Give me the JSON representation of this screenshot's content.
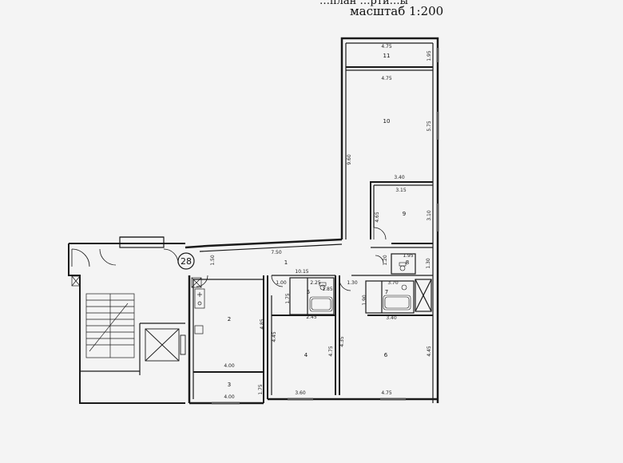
{
  "header": {
    "title_cut": "…план …рти…ы",
    "scale": "масштаб 1:200"
  },
  "apartment_number": "28",
  "rooms": {
    "r1": "1",
    "r2": "2",
    "r3": "3",
    "r4": "4",
    "r5": "5",
    "r6": "6",
    "r7": "7",
    "r8": "8",
    "r9": "9",
    "r10": "10",
    "r11": "11"
  },
  "dimensions": {
    "r11_w": "4.75",
    "r11_h": "1.95",
    "r10_w": "4.75",
    "r10_h": "5.75",
    "corr_v": "9.60",
    "r9_top_w": "3.40",
    "r9_w": "3.15",
    "r9_h1": "4.65",
    "r9_h2": "3.10",
    "hall_w": "7.50",
    "hall_h": "1.50",
    "r1_area": "10.15",
    "r8_w": "1.95",
    "r8_h": "1.30",
    "r8_l": "1.20",
    "r5_h": "1.75",
    "r5_l": "1.00",
    "r5_w": "2.25",
    "r5_w2": "1.85",
    "r5_b": "2.45",
    "r7_l": "1.30",
    "r7_w": "3.70",
    "r7_h": "1.90",
    "r7_b": "3.40",
    "r2_h": "4.85",
    "r2_w": "4.00",
    "r3_w": "4.00",
    "r3_h": "1.75",
    "r4_h1": "4.45",
    "r4_h2": "4.75",
    "r4_w": "3.60",
    "r6_h1": "4.35",
    "r6_h2": "4.45",
    "r6_w": "4.75"
  },
  "colors": {
    "wall": "#1a1a1a",
    "paper": "#f4f4f4"
  },
  "icons": [
    "stairs-icon",
    "elevator-icon",
    "stove-icon",
    "sink-icon",
    "toilet-icon",
    "bathtub-icon",
    "door-swing-icon",
    "shaft-icon"
  ]
}
